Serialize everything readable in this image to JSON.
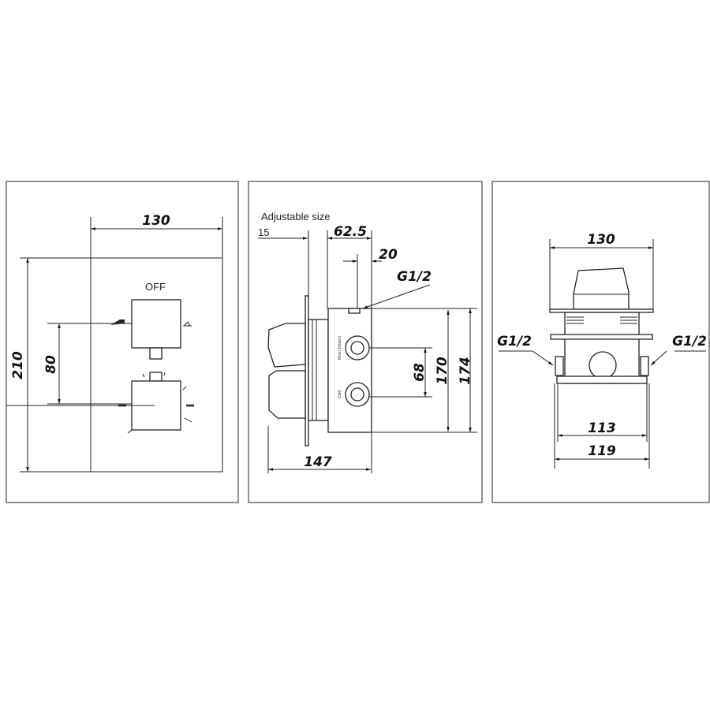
{
  "front_view": {
    "width_label": "130",
    "height_label": "210",
    "spacing_label": "80",
    "off_label": "OFF"
  },
  "side_view": {
    "adjustable_label": "Adjustable size",
    "adjust_min_label": "15",
    "adjust_max_label": "62.5",
    "port_offset_label": "20",
    "thread_label": "G1/2",
    "port_spacing_label": "68",
    "body_height_label": "170",
    "total_height_label": "174",
    "depth_label": "147",
    "port_upper_label": "Mixer (Down)",
    "port_lower_label": "Cold"
  },
  "top_view": {
    "width_label": "130",
    "thread_left_label": "G1/2",
    "thread_right_label": "G1/2",
    "inner_width_label": "113",
    "outer_width_label": "119"
  }
}
